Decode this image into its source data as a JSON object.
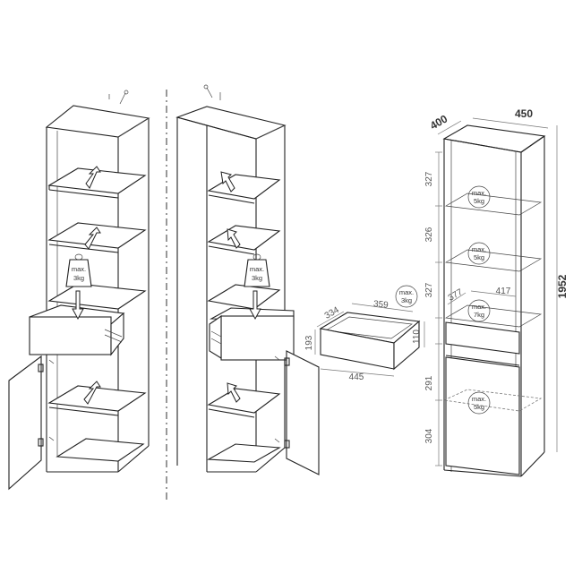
{
  "colors": {
    "line": "#222222",
    "dimension": "#555555",
    "background": "#ffffff"
  },
  "weight_labels": {
    "shelf_left": [
      "max.",
      "3kg"
    ],
    "shelf_mid": [
      "max.",
      "3kg"
    ],
    "drawer": [
      "max.",
      "3kg"
    ],
    "right_top": [
      "max.",
      "5kg"
    ],
    "right_second": [
      "max.",
      "5kg"
    ],
    "right_third": [
      "max.",
      "7kg"
    ],
    "right_bottom": [
      "max.",
      "5kg"
    ]
  },
  "dimensions": {
    "overall_depth": "400",
    "overall_width": "450",
    "overall_height": "1952",
    "compartments": [
      "327",
      "326",
      "327",
      "110",
      "291",
      "304"
    ],
    "inner_depth": "377",
    "inner_width": "417",
    "drawer_depth": "334",
    "drawer_inner_width": "359",
    "drawer_height": "193",
    "drawer_width": "445"
  }
}
